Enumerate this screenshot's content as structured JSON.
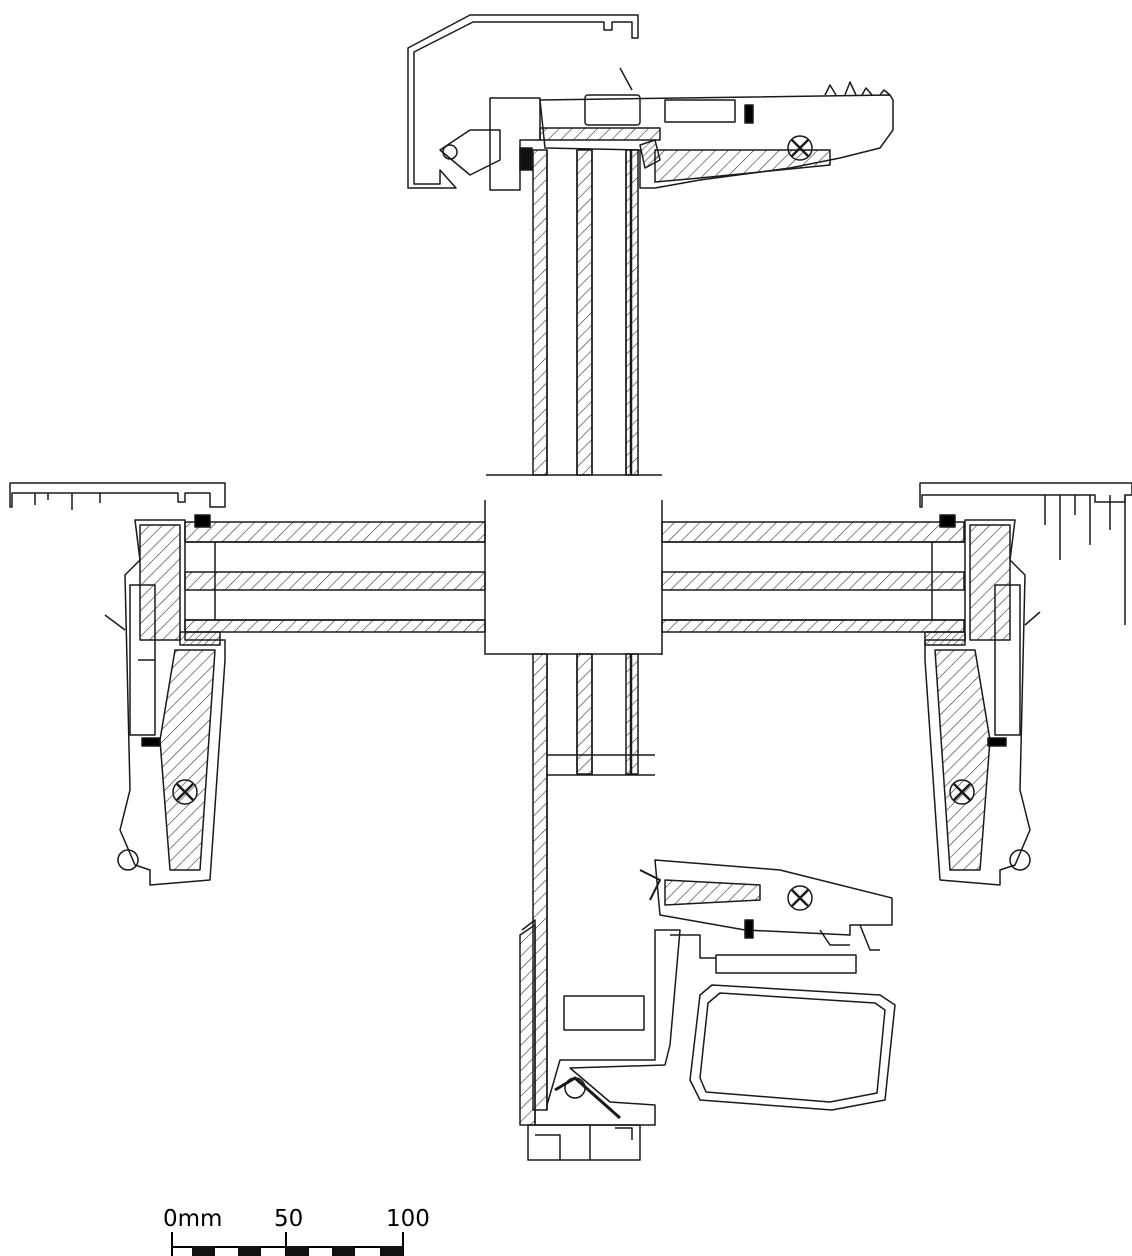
{
  "scale_bar": {
    "labels": [
      "0mm",
      "50",
      "100"
    ]
  },
  "colors": {
    "line": "#1a1a1a",
    "hatch": "#333333",
    "background": "#ffffff"
  }
}
